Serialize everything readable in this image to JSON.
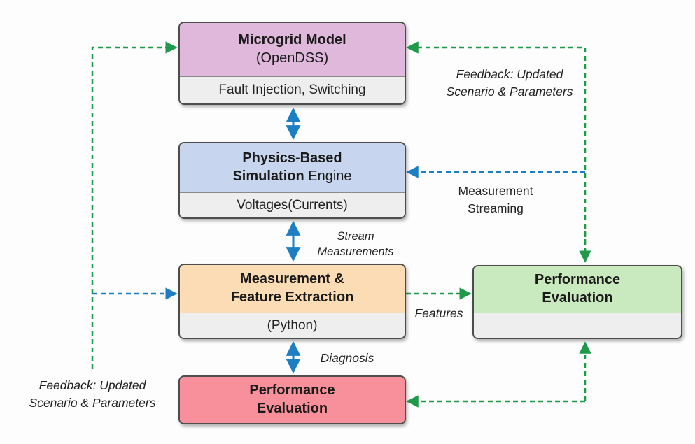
{
  "boxes": {
    "microgrid": {
      "title": "Microgrid Model",
      "subtitle": "(OpenDSS)",
      "footer": "Fault Injection, Switching",
      "color": "#dfb8dc"
    },
    "physics": {
      "title_line1": "Physics-Based",
      "title_line2_bold": "Simulation",
      "title_line2_regular": " Engine",
      "footer": "Voltages(Currents)",
      "color": "#c7d6ee"
    },
    "measurement": {
      "title_line1": "Measurement &",
      "title_line2": "Feature Extraction",
      "footer": "(Python)",
      "color": "#fbdcb4"
    },
    "perf_right": {
      "title_line1": "Performance",
      "title_line2": "Evaluation",
      "footer": "",
      "color": "#c9e9bf"
    },
    "perf_bottom": {
      "title_line1": "Performance",
      "title_line2": "Evaluation",
      "color": "#f7909a"
    }
  },
  "labels": {
    "feedback_right_1": "Feedback: Updated",
    "feedback_right_2": "Scenario & Parameters",
    "measurement_streaming_1": "Measurement",
    "measurement_streaming_2": "Streaming",
    "stream_measurements_1": "Stream",
    "stream_measurements_2": "Measurements",
    "features": "Features",
    "diagnosis": "Diagnosis",
    "feedback_left_1": "Feedback: Updated",
    "feedback_left_2": "Scenario & Parameters"
  },
  "colors": {
    "blue_arrow": "#1c7fc4",
    "green_arrow": "#1e9a4a",
    "box_border": "#4d4d4d"
  }
}
